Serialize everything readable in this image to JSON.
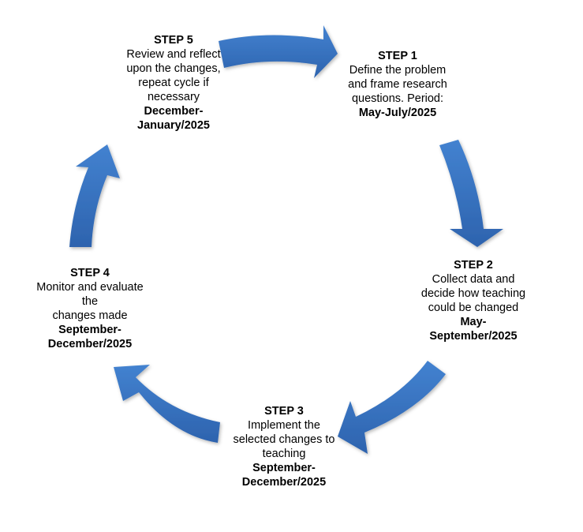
{
  "diagram": {
    "type": "cycle",
    "arrow_color": "#3A74C4",
    "arrow_color_dark": "#2E5FA8",
    "steps": [
      {
        "id": "step-1",
        "title": "STEP 1",
        "description": "Define the problem\nand frame research\nquestions. Period:",
        "period": "May-July/2025"
      },
      {
        "id": "step-2",
        "title": "STEP 2",
        "description": "Collect data and\ndecide how teaching\ncould be changed",
        "period": "May-\nSeptember/2025"
      },
      {
        "id": "step-3",
        "title": "STEP 3",
        "description": "Implement the\nselected changes to\nteaching",
        "period": "September-\nDecember/2025"
      },
      {
        "id": "step-4",
        "title": "STEP 4",
        "description": "Monitor and evaluate\nthe\nchanges made",
        "period": "September-\nDecember/2025"
      },
      {
        "id": "step-5",
        "title": "STEP 5",
        "description": "Review and reflect\nupon the changes,\nrepeat cycle if\nnecessary",
        "period": "December-\nJanuary/2025"
      }
    ],
    "arrows": [
      {
        "from": "STEP 5",
        "to": "STEP 1"
      },
      {
        "from": "STEP 1",
        "to": "STEP 2"
      },
      {
        "from": "STEP 2",
        "to": "STEP 3"
      },
      {
        "from": "STEP 3",
        "to": "STEP 4"
      },
      {
        "from": "STEP 4",
        "to": "STEP 5"
      }
    ]
  }
}
